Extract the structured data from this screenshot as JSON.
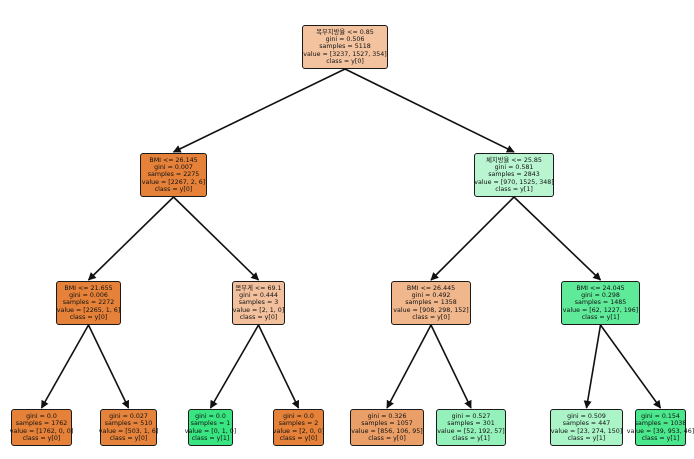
{
  "colors": {
    "class0_strong": "#e58139",
    "class0_mid": "#f2be99",
    "class0_light": "#f3c3a0",
    "class1_light": "#b9f5d1",
    "class1_lighter": "#a6f3c5",
    "class1_mid": "#95f1ba",
    "class1_strong": "#39e581",
    "edge": "#111111"
  },
  "tree": {
    "nodes": [
      {
        "id": "n0",
        "lines": [
          "복부지방율 <= 0.85",
          "gini = 0.506",
          "samples = 5118",
          "value = [3237, 1527, 354]",
          "class = y[0]"
        ],
        "fill": "#f3c3a0"
      },
      {
        "id": "n1",
        "lines": [
          "BMI <= 26.145",
          "gini = 0.007",
          "samples = 2275",
          "value = [2267, 2, 6]",
          "class = y[0]"
        ],
        "fill": "#e58139"
      },
      {
        "id": "n2",
        "lines": [
          "체지방율 <= 25.85",
          "gini = 0.581",
          "samples = 2843",
          "value = [970, 1525, 348]",
          "class = y[1]"
        ],
        "fill": "#b9f5d1"
      },
      {
        "id": "n3",
        "lines": [
          "BMI <= 21.655",
          "gini = 0.006",
          "samples = 2272",
          "value = [2265, 1, 6]",
          "class = y[0]"
        ],
        "fill": "#e58139"
      },
      {
        "id": "n4",
        "lines": [
          "몸무게 <= 69.1",
          "gini = 0.444",
          "samples = 3",
          "value = [2, 1, 0]",
          "class = y[0]"
        ],
        "fill": "#f2c09c"
      },
      {
        "id": "n5",
        "lines": [
          "BMI <= 26.445",
          "gini = 0.492",
          "samples = 1358",
          "value = [908, 298, 152]",
          "class = y[0]"
        ],
        "fill": "#f0b68c"
      },
      {
        "id": "n6",
        "lines": [
          "BMI <= 24.045",
          "gini = 0.298",
          "samples = 1485",
          "value = [62, 1227, 196]",
          "class = y[1]"
        ],
        "fill": "#5eea98"
      },
      {
        "id": "n7",
        "lines": [
          "gini = 0.0",
          "samples = 1762",
          "value = [1762, 0, 0]",
          "class = y[0]"
        ],
        "fill": "#e58139"
      },
      {
        "id": "n8",
        "lines": [
          "gini = 0.027",
          "samples = 510",
          "value = [503, 1, 6]",
          "class = y[0]"
        ],
        "fill": "#e5833c"
      },
      {
        "id": "n9",
        "lines": [
          "gini = 0.0",
          "samples = 1",
          "value = [0, 1, 0]",
          "class = y[1]"
        ],
        "fill": "#39e581"
      },
      {
        "id": "n10",
        "lines": [
          "gini = 0.0",
          "samples = 2",
          "value = [2, 0, 0]",
          "class = y[0]"
        ],
        "fill": "#e58139"
      },
      {
        "id": "n11",
        "lines": [
          "gini = 0.326",
          "samples = 1057",
          "value = [856, 106, 95]",
          "class = y[0]"
        ],
        "fill": "#eb9f68"
      },
      {
        "id": "n12",
        "lines": [
          "gini = 0.527",
          "samples = 301",
          "value = [52, 192, 57]",
          "class = y[1]"
        ],
        "fill": "#95f1ba"
      },
      {
        "id": "n13",
        "lines": [
          "gini = 0.509",
          "samples = 447",
          "value = [23, 274, 150]",
          "class = y[1]"
        ],
        "fill": "#aaf4c8"
      },
      {
        "id": "n14",
        "lines": [
          "gini = 0.154",
          "samples = 1038",
          "value = [39, 953, 46]",
          "class = y[1]"
        ],
        "fill": "#4be78c"
      }
    ],
    "edges": [
      [
        "n0",
        "n1"
      ],
      [
        "n0",
        "n2"
      ],
      [
        "n1",
        "n3"
      ],
      [
        "n1",
        "n4"
      ],
      [
        "n2",
        "n5"
      ],
      [
        "n2",
        "n6"
      ],
      [
        "n3",
        "n7"
      ],
      [
        "n3",
        "n8"
      ],
      [
        "n4",
        "n9"
      ],
      [
        "n4",
        "n10"
      ],
      [
        "n5",
        "n11"
      ],
      [
        "n5",
        "n12"
      ],
      [
        "n6",
        "n13"
      ],
      [
        "n6",
        "n14"
      ]
    ]
  }
}
